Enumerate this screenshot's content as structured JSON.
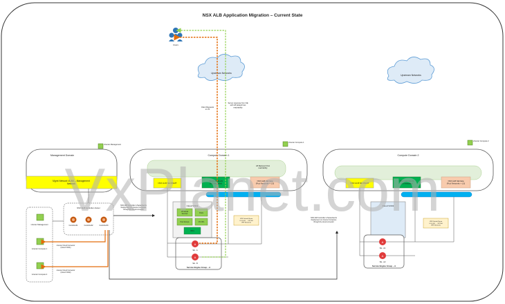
{
  "title": "NSX ALB Application Migration – Current State",
  "users_label": "Users",
  "upstream_left": "Upstream Networks",
  "upstream_right": "Upstream Networks",
  "client_request": "Client Requests\nto VS",
  "server_response": "Server response from SE\nwith LB default host\nreachability",
  "vcenter_mgmt": "vCenter Management",
  "vcenter_c1_top": "vCenter Compute 1",
  "vcenter_c2_top": "vCenter Compute 2",
  "mgmt_domain": "Management Domain",
  "mgmt_segment": "Mgmt Network VLAN – Management\nNetwork",
  "controller_cluster": "NSX ALB Controller cluster",
  "controllers": [
    "Controller01",
    "Controller02",
    "Controller03"
  ],
  "vc_left": [
    "vCenter Management",
    "vCenter Compute 1",
    "vCenter Compute 2"
  ],
  "cloud_conn_1": "vCenter Cloud Connector\n(Cloud VCD1)",
  "cloud_conn_2": "vCenter Cloud Connector\n(Cloud VCD2)",
  "cd1": {
    "title": "Compute Domain 1",
    "seg_a": "NSX ALB SE MGMT",
    "seg_b": "Workload VLAN\n(VS Networks)",
    "seg_c": "NSX ALB SE Data\n(Pool Networks + LS)",
    "seg_c_note": "LB Backend Pool\nreachability",
    "cloud": "Cloud VCD1",
    "cards": [
      "VS Virtual\nServices",
      "Pools",
      "Pool Groups",
      "VS VIPs",
      "VRFs"
    ],
    "route": "VRF Default Route\n0.0.0.0/0 → VIP NH\nVRF Networks",
    "se_a": "SE - A",
    "se_b": "SE - B",
    "seg_group": "Service Engine Group – A"
  },
  "cd2": {
    "title": "Compute Domain 2",
    "seg_a": "NSX ALB SE MGMT",
    "seg_b": "NSX ALB SE VS\n(VS Networks)",
    "seg_c": "NSX ALB SE Data\n(Pool Networks + LS)",
    "cloud": "Cloud VCD2",
    "route": "VRF Default Route\n0.0.0.0/0 → VIP NH\nVRF Networks",
    "se_a": "SE - A1",
    "se_b": "SE - A2",
    "seg_group": "Service Engine Group – A"
  },
  "annot_left": "NSX ALB Controller is Networked &\nDeployment on vCenter Computes\nthrough the cloud connector",
  "annot_right": "NSX ALB Controller is Networked &\nDeployment on vCenter Computes\nthrough the cloud connector",
  "watermark": "VxPlanet.com",
  "colors": {
    "yellow": "#ffff00",
    "green": "#00b050",
    "peach": "#f8cbad",
    "blue": "#00b0f0",
    "orange": "#e46c0a",
    "light_green": "#92d050"
  }
}
